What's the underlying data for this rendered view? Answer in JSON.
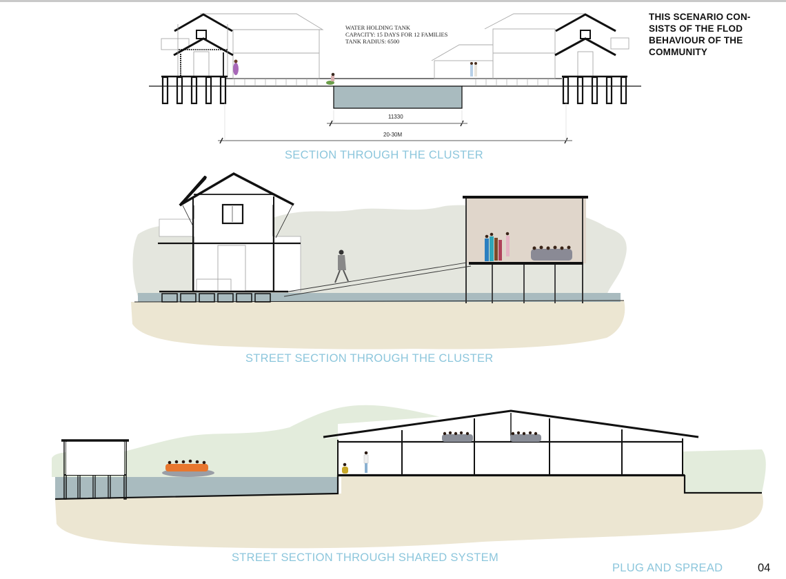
{
  "note": {
    "lines": [
      "THIS SCENARIO CON-",
      "SISTS OF THE FLOD",
      "BEHAVIOUR OF THE",
      "COMMUNITY"
    ]
  },
  "section1": {
    "tank_label": [
      "WATER HOLDING TANK",
      "CAPACITY: 15 DAYS FOR 12 FAMILIES",
      "TANK  RADIUS: 6500"
    ],
    "dimension_inner": "11330",
    "dimension_outer": "20-30M",
    "caption": "SECTION THROUGH THE CLUSTER"
  },
  "section2": {
    "caption": "STREET SECTION THROUGH THE CLUSTER"
  },
  "section3": {
    "caption": "STREET SECTION THROUGH SHARED SYSTEM"
  },
  "footer": {
    "title": "PLUG AND SPREAD",
    "page": "04"
  },
  "colors": {
    "caption_blue": "#8cc6dc",
    "water": "#a9bbbf",
    "ground": "#ece6d2",
    "flood_haze": "#e4e6de",
    "green_haze": "#e3ecdc",
    "room_fill": "#e0d6cb"
  }
}
